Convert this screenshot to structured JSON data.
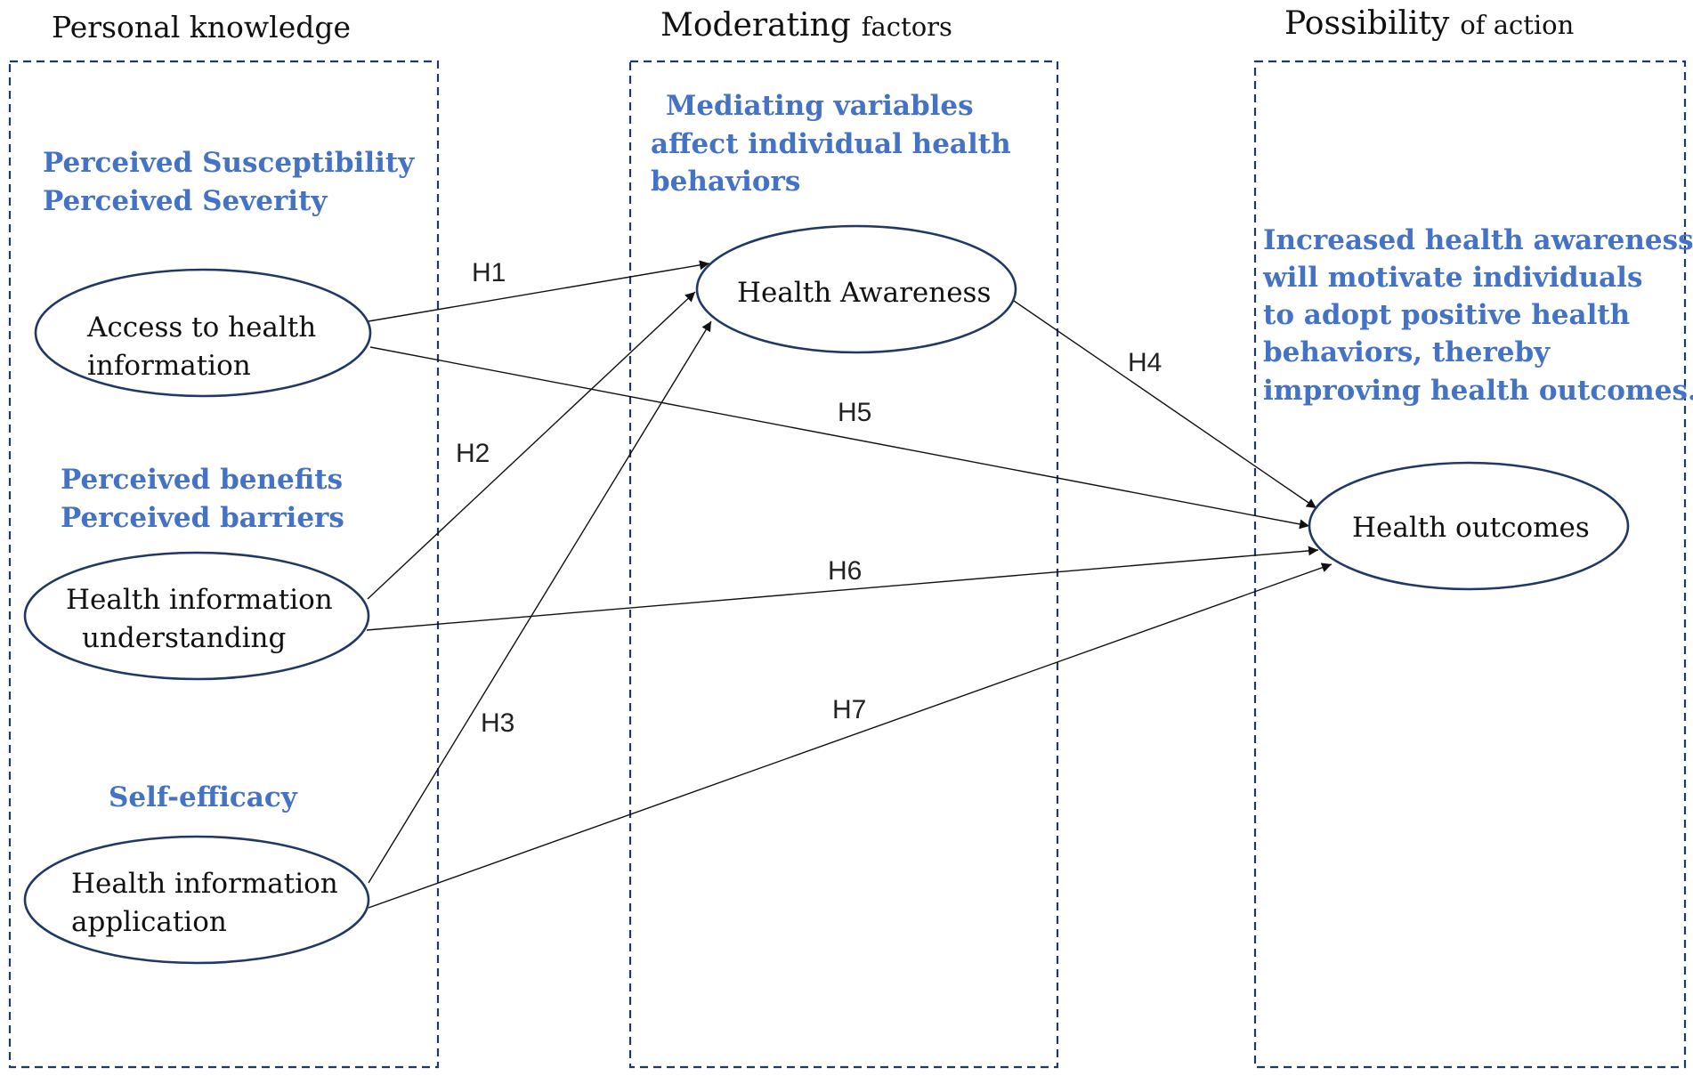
{
  "columns": {
    "personal": {
      "title_main": "Personal knowledge"
    },
    "moderating": {
      "title_main": "Moderating",
      "title_small": "factors"
    },
    "possibility": {
      "title_main": "Possibility",
      "title_small": "of action"
    }
  },
  "notes": {
    "susceptibility": [
      "Perceived Susceptibility",
      "Perceived Severity"
    ],
    "benefits": [
      "Perceived benefits",
      "Perceived barriers"
    ],
    "self_efficacy": [
      "Self-efficacy"
    ],
    "mediating": [
      "Mediating variables",
      "affect individual health",
      "behaviors"
    ],
    "outcome_note": [
      "Increased health awareness",
      "will motivate individuals",
      "to adopt positive health",
      "behaviors, thereby",
      "improving health outcomes."
    ]
  },
  "nodes": {
    "access": [
      "Access to health",
      "information"
    ],
    "understanding": [
      "Health information",
      "understanding"
    ],
    "application": [
      "Health information",
      "application"
    ],
    "awareness": [
      "Health Awareness"
    ],
    "outcomes": [
      "Health outcomes"
    ]
  },
  "hypotheses": {
    "h1": "H1",
    "h2": "H2",
    "h3": "H3",
    "h4": "H4",
    "h5": "H5",
    "h6": "H6",
    "h7": "H7"
  },
  "colors": {
    "accent_text": "#4472c4",
    "outline": "#1f3864",
    "edge": "#111111"
  }
}
